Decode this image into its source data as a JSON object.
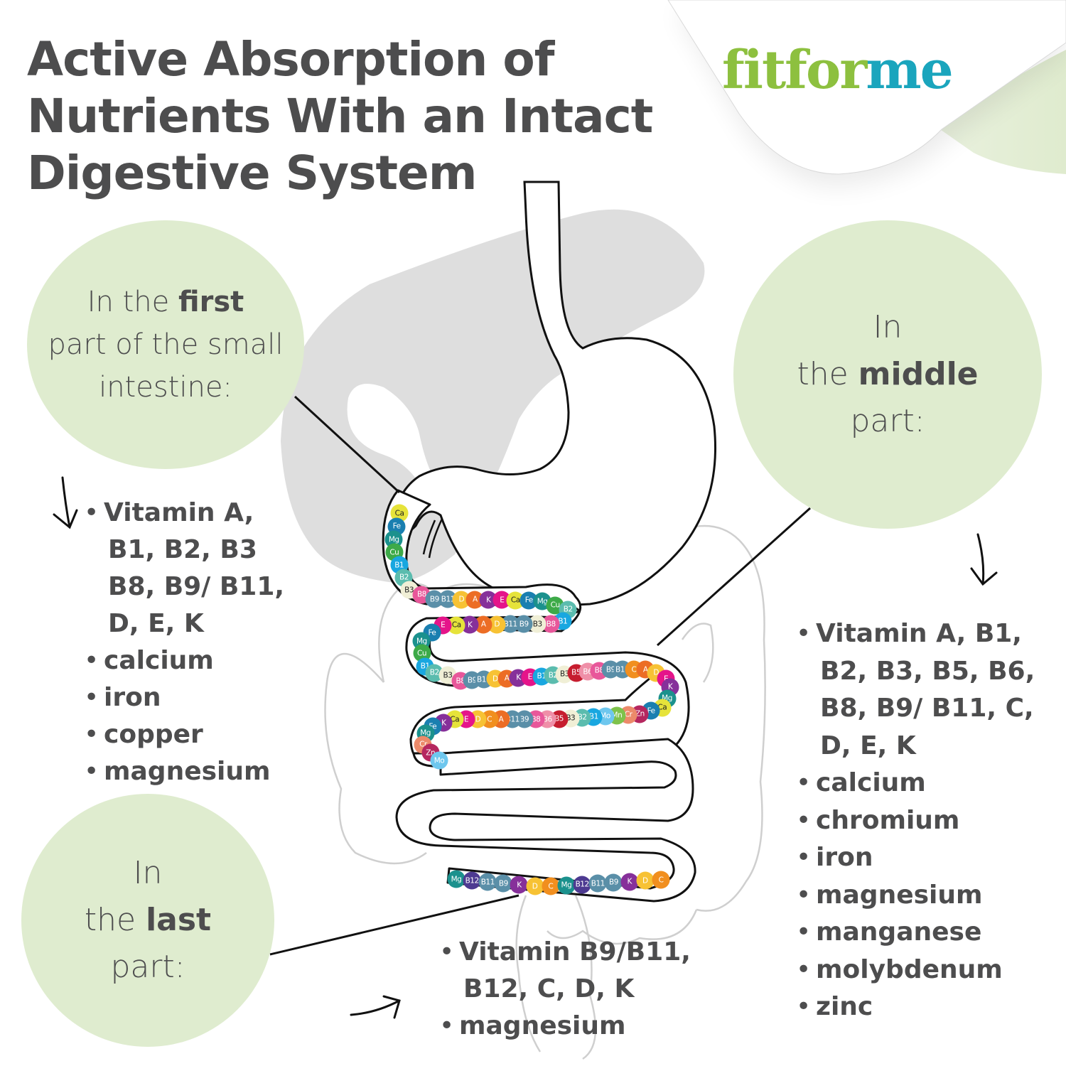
{
  "header": {
    "title_lines": [
      "Active Absorption of",
      "Nutrients With an Intact",
      "Digestive System"
    ],
    "logo": {
      "part1": "fitfor",
      "part2": "me"
    }
  },
  "colors": {
    "title_text": "#4d4d4e",
    "bubble_fill": "#dfeccf",
    "logo_green": "#8dc03f",
    "logo_teal": "#1aa5bd",
    "liver_grey": "#dedede",
    "colon_outline": "#cfcfcf"
  },
  "sections": {
    "first": {
      "bubble": {
        "line1_pre": "In the ",
        "line1_bold": "first",
        "line2": "part of the small",
        "line3": "intestine:"
      },
      "items": [
        {
          "main": "Vitamin A,",
          "cont": [
            "B1, B2, B3",
            "B8, B9/ B11,",
            "D, E, K"
          ]
        },
        {
          "main": "calcium",
          "cont": []
        },
        {
          "main": "iron",
          "cont": []
        },
        {
          "main": "copper",
          "cont": []
        },
        {
          "main": "magnesium",
          "cont": []
        }
      ]
    },
    "middle": {
      "bubble": {
        "line1": "In",
        "line2_pre": "the ",
        "line2_bold": "middle",
        "line3": "part:"
      },
      "items": [
        {
          "main": "Vitamin A, B1,",
          "cont": [
            "B2, B3, B5, B6,",
            "B8, B9/ B11, C,",
            "D, E, K"
          ]
        },
        {
          "main": "calcium",
          "cont": []
        },
        {
          "main": "chromium",
          "cont": []
        },
        {
          "main": "iron",
          "cont": []
        },
        {
          "main": "magnesium",
          "cont": []
        },
        {
          "main": "manganese",
          "cont": []
        },
        {
          "main": "molybdenum",
          "cont": []
        },
        {
          "main": "zinc",
          "cont": []
        }
      ]
    },
    "last": {
      "bubble": {
        "line1": "In",
        "line2_pre": "the ",
        "line2_bold": "last",
        "line3": "part:"
      },
      "items": [
        {
          "main": "Vitamin B9/B11,",
          "cont": [
            "B12, C, D, K"
          ]
        },
        {
          "main": "magnesium",
          "cont": []
        }
      ]
    }
  },
  "nutrient_colors": {
    "Ca": "#e6e33a",
    "Fe": "#1a7fb0",
    "Mg": "#1b918d",
    "Cu": "#3daa48",
    "B1": "#19a7e0",
    "B2": "#5bbcae",
    "B3": "#f0efd6",
    "B8": "#e8579a",
    "B9": "#5a8fa8",
    "B11": "#5a8fa8",
    "D": "#f7c234",
    "A": "#ec6d25",
    "K": "#86309a",
    "E": "#e5148a",
    "B5": "#c61d2f",
    "B6": "#ef8fa8",
    "C": "#f18f1f",
    "Mo": "#6ec7ee",
    "Mn": "#7ec24b",
    "Cr": "#ec8a6a",
    "Zn": "#b5275f",
    "B12": "#4d3a91"
  },
  "nutrient_segments": {
    "first": [
      "Ca",
      "Fe",
      "Mg",
      "Cu",
      "B1",
      "B2",
      "B3",
      "B8",
      "B9",
      "B11",
      "D",
      "A",
      "K",
      "E",
      "Ca",
      "Fe",
      "Mg",
      "Cu",
      "B2",
      "B1",
      "B8",
      "B3",
      "B9",
      "B11",
      "D",
      "A",
      "K",
      "Ca",
      "E",
      "Fe",
      "Mg",
      "Cu",
      "B1",
      "B2",
      "B3"
    ],
    "middle": [
      "B8",
      "B9",
      "B11",
      "D",
      "A",
      "K",
      "E",
      "B1",
      "B2",
      "B3",
      "B5",
      "B6",
      "B8",
      "B9",
      "B11",
      "C",
      "A",
      "D",
      "E",
      "K",
      "Mg",
      "Ca",
      "Fe",
      "Zn",
      "Cr",
      "Mn",
      "Mo",
      "B1",
      "B2",
      "B3",
      "B5",
      "B6",
      "B8",
      "B9",
      "B11",
      "A",
      "C",
      "D",
      "E",
      "Ca",
      "K",
      "Fe",
      "Mg",
      "Cr",
      "Zn",
      "Mo"
    ],
    "last": [
      "Mg",
      "B12",
      "B11",
      "B9",
      "K",
      "D",
      "C",
      "Mg",
      "B12",
      "B11",
      "B9",
      "K",
      "D",
      "C"
    ]
  }
}
